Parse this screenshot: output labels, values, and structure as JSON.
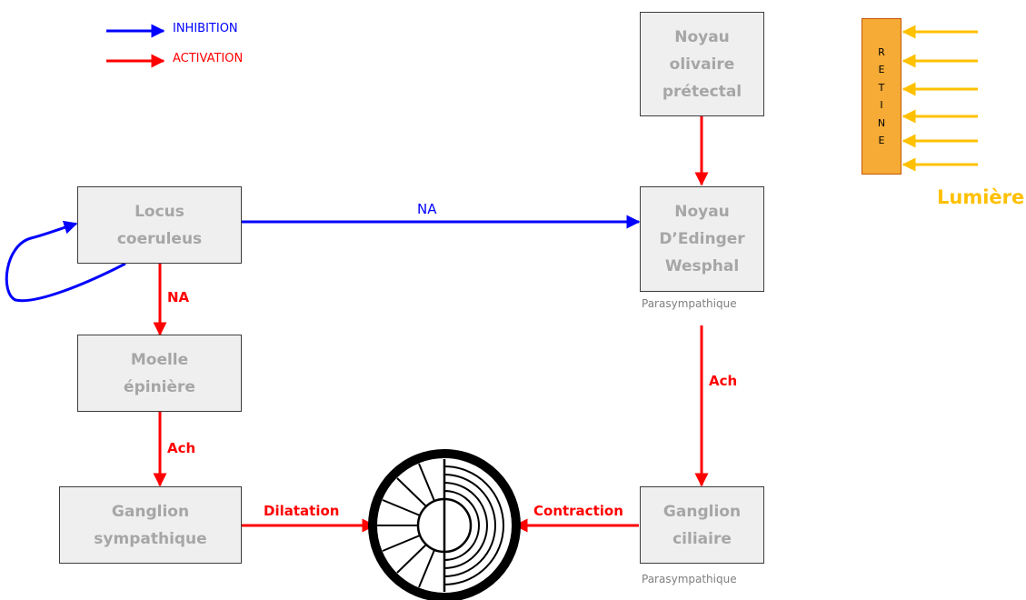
{
  "legend": {
    "inhibition": "INHIBITION",
    "activation": "ACTIVATION"
  },
  "colors": {
    "inhibition": "#0000ff",
    "activation": "#ff0000",
    "light": "#ffc000",
    "retina": "#f5ab35",
    "box_fill": "#efefef",
    "box_text": "#a6a6a6"
  },
  "nodes": {
    "noyau_olivaire": "Noyau\nolivaire\nprétectal",
    "locus": "Locus\ncoeruleus",
    "edinger": "Noyau\nD’Edinger\nWesphal",
    "moelle": "Moelle\népinière",
    "ganglion_symp": "Ganglion\nsympathique",
    "ganglion_cil": "Ganglion\nciliaire"
  },
  "captions": {
    "edinger": "Parasympathique",
    "ciliaire": "Parasympathique"
  },
  "edges": {
    "locus_edinger": "NA",
    "locus_moelle": "NA",
    "moelle_ganglion": "Ach",
    "edinger_ciliaire": "Ach",
    "dilatation": "Dilatation",
    "contraction": "Contraction"
  },
  "retina": {
    "letters": [
      "R",
      "E",
      "T",
      "I",
      "N",
      "E"
    ]
  },
  "light": {
    "label": "Lumière"
  },
  "icons": {
    "iris": "iris-icon"
  }
}
